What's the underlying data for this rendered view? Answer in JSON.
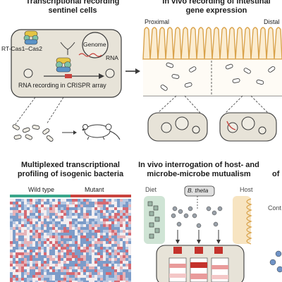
{
  "panel_a": {
    "title_line1": "Transcriptional recording",
    "title_line2": "sentinel cells",
    "rt_cas_label": "RT-Cas1–Cas2",
    "genome_label": "Genome",
    "rna_label": "RNA",
    "array_caption": "RNA recording in CRISPR array"
  },
  "panel_b": {
    "title_line1": "In vivo recording of intestinal",
    "title_line2": "gene expression",
    "proximal_label": "Proximal",
    "distal_label": "Distal"
  },
  "panel_c": {
    "title_line1": "Multiplexed transcriptional",
    "title_line2": "profiling of isogenic bacteria",
    "wild_type_label": "Wild type",
    "mutant_label": "Mutant"
  },
  "panel_d": {
    "title_line1": "In vivo interrogation of host- and",
    "title_line2": "microbe-microbe mutualism",
    "diet_label": "Diet",
    "bacteria_label": "B. theta",
    "host_label": "Host"
  },
  "panel_e": {
    "title_line1": "of",
    "side_label": "Cont"
  },
  "colors": {
    "panel_fill": "#e7e3d8",
    "stroke": "#3a3a3a",
    "teal_bar": "#3aa58a",
    "red_bar": "#c9433e",
    "villi_stroke": "#d9a24a",
    "diet_fill": "#cfe4d5",
    "host_fill": "#f7e4c1",
    "red_block": "#c4322c",
    "heat_blue": "#6f93c6",
    "heat_red": "#d56a73"
  },
  "icons": [
    "arrow-icon",
    "cas-protein-icon",
    "bacterium-icon",
    "mouse-icon",
    "intestine-icon"
  ]
}
